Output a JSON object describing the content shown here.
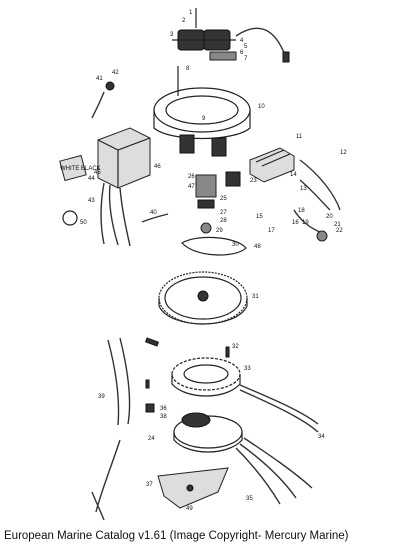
{
  "caption": "European Marine Catalog v1.61 (Image Copyright- Mercury Marine)",
  "label_text": "WHITE BLACK",
  "callouts": [
    "1",
    "2",
    "3",
    "4",
    "5",
    "6",
    "7",
    "8",
    "9",
    "10",
    "11",
    "12",
    "13",
    "14",
    "15",
    "16",
    "17",
    "18",
    "19",
    "20",
    "21",
    "22",
    "23",
    "24",
    "25",
    "26",
    "27",
    "28",
    "29",
    "30",
    "31",
    "32",
    "33",
    "34",
    "35",
    "36",
    "37",
    "38",
    "39",
    "40",
    "41",
    "42",
    "43",
    "44",
    "45",
    "46",
    "47",
    "48",
    "49",
    "50"
  ]
}
